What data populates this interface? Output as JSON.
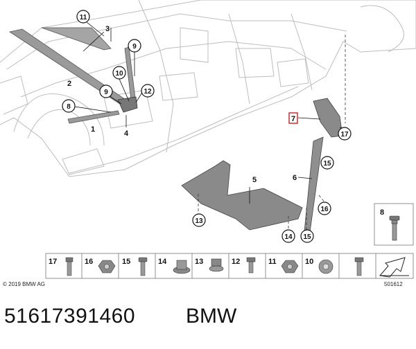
{
  "callouts": {
    "c11": "11",
    "c3": "3",
    "c9a": "9",
    "c10": "10",
    "c2": "2",
    "c9b": "9",
    "c12": "12",
    "c8": "8",
    "c1": "1",
    "c4": "4",
    "c7": "7",
    "c17": "17",
    "c15a": "15",
    "c6": "6",
    "c5": "5",
    "c16": "16",
    "c13": "13",
    "c14": "14",
    "c15b": "15"
  },
  "fastener_box": {
    "label": "8"
  },
  "fastener_strip": [
    {
      "label": "17",
      "icon": "stud-bolt-icon"
    },
    {
      "label": "16",
      "icon": "hex-nut-icon"
    },
    {
      "label": "15",
      "icon": "bolt-icon"
    },
    {
      "label": "14",
      "icon": "flange-nut-icon"
    },
    {
      "label": "13",
      "icon": "collar-nut-icon"
    },
    {
      "label": "12",
      "icon": "short-bolt-icon"
    },
    {
      "label": "11",
      "icon": "hex-nut-icon"
    },
    {
      "label": "10",
      "icon": "washer-nut-icon"
    },
    {
      "label": "",
      "icon": "screw-icon"
    },
    {
      "label": "",
      "icon": "arrow-icon"
    }
  ],
  "copyright": "© 2019 BMW AG",
  "ref_code": "501612",
  "footer": {
    "part_number": "51617391460",
    "brand": "BMW"
  },
  "colors": {
    "highlight": "#cc1f1f",
    "body_line": "#b9b9b9",
    "part_fill": "#8a8a8a"
  }
}
